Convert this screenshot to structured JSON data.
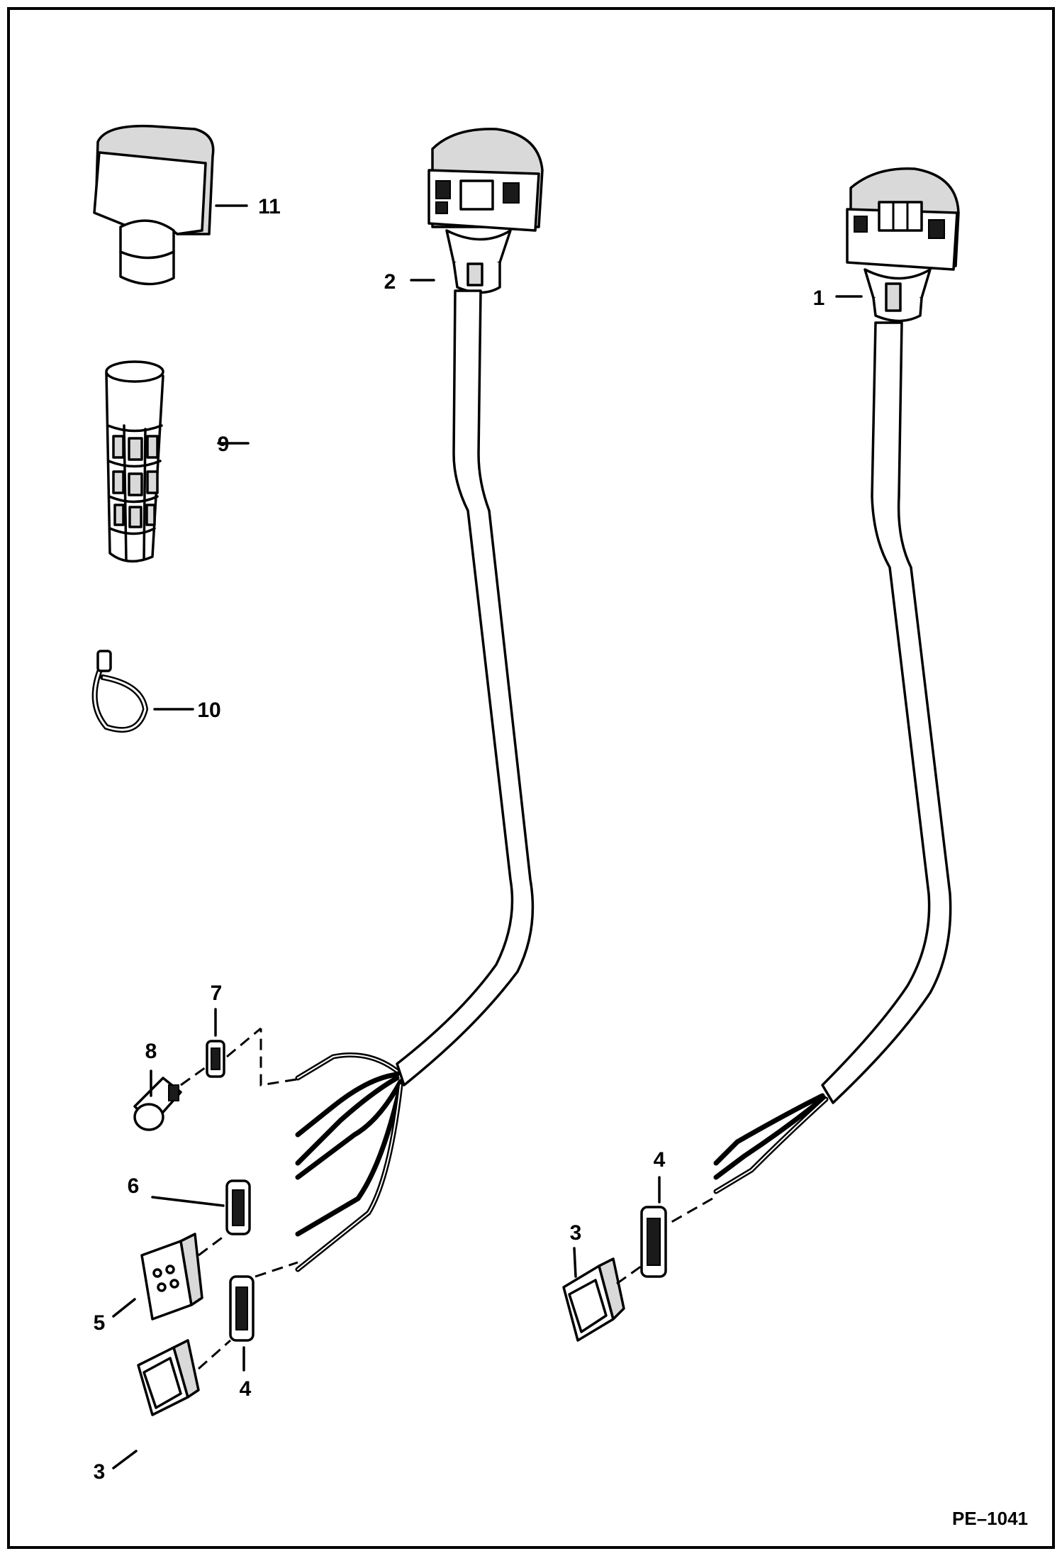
{
  "diagram": {
    "reference_code": "PE–1041",
    "callouts": {
      "c1": "1",
      "c2": "2",
      "c3a": "3",
      "c3b": "3",
      "c4a": "4",
      "c4b": "4",
      "c5": "5",
      "c6": "6",
      "c7": "7",
      "c8": "8",
      "c9": "9",
      "c10": "10",
      "c11": "11"
    }
  }
}
